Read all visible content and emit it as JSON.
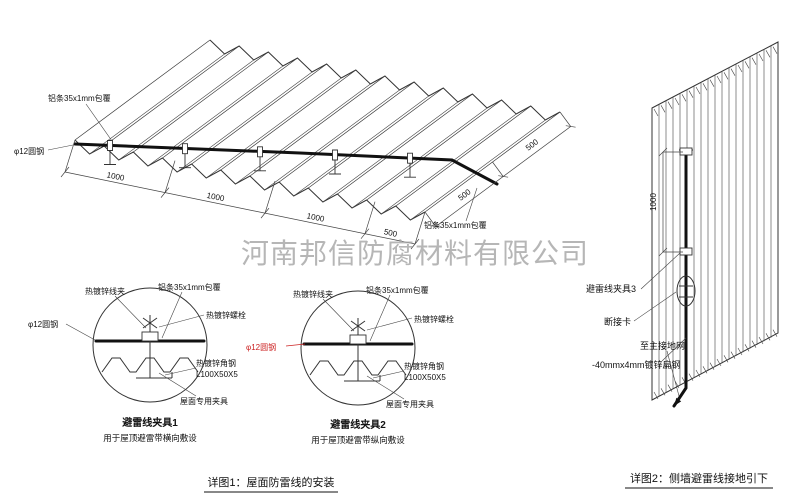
{
  "watermark": "河南邦信防腐材料有限公司",
  "colors": {
    "ink": "#333333",
    "red": "#cc2222",
    "watermark": "#a5a5a5"
  },
  "iso_view": {
    "label_strip_top": "铝条35x1mm包覆",
    "label_round_steel": "φ12圆钢",
    "label_strip_bottom": "铝条35x1mm包覆",
    "dims_bottom": [
      "1000",
      "1000",
      "1000",
      "500"
    ],
    "dims_right": [
      "500",
      "500"
    ]
  },
  "detail1": {
    "title": "避雷线夹具1",
    "subtitle": "用于屋顶避雷带横向敷设",
    "labels": {
      "clip": "热镀锌线夹",
      "strip": "铝条35x1mm包覆",
      "bolt": "热镀锌螺栓",
      "round_steel": "φ12圆钢",
      "angle_line1": "热镀锌角钢",
      "angle_line2": "L100X50X5",
      "roof_clamp": "屋面专用夹具"
    }
  },
  "detail2": {
    "title": "避雷线夹具2",
    "subtitle": "用于屋顶避雷带纵向敷设",
    "labels": {
      "clip": "热镀锌线夹",
      "strip": "铝条35x1mm包覆",
      "bolt": "热镀锌螺栓",
      "round_steel": "φ12圆钢",
      "angle_line1": "热镀锌角钢",
      "angle_line2": "L100X50X5",
      "roof_clamp": "屋面专用夹具"
    }
  },
  "wall_view": {
    "dim_vertical": "1000",
    "labels": {
      "clamp3": "避雷线夹具3",
      "disconnect": "断接卡",
      "to_ground": "至主接地网",
      "flat_steel": "-40mmx4mm镀锌扁钢"
    }
  },
  "captions": {
    "detail1": "详图1：屋面防雷线的安装",
    "detail2": "详图2：侧墙避雷线接地引下"
  }
}
